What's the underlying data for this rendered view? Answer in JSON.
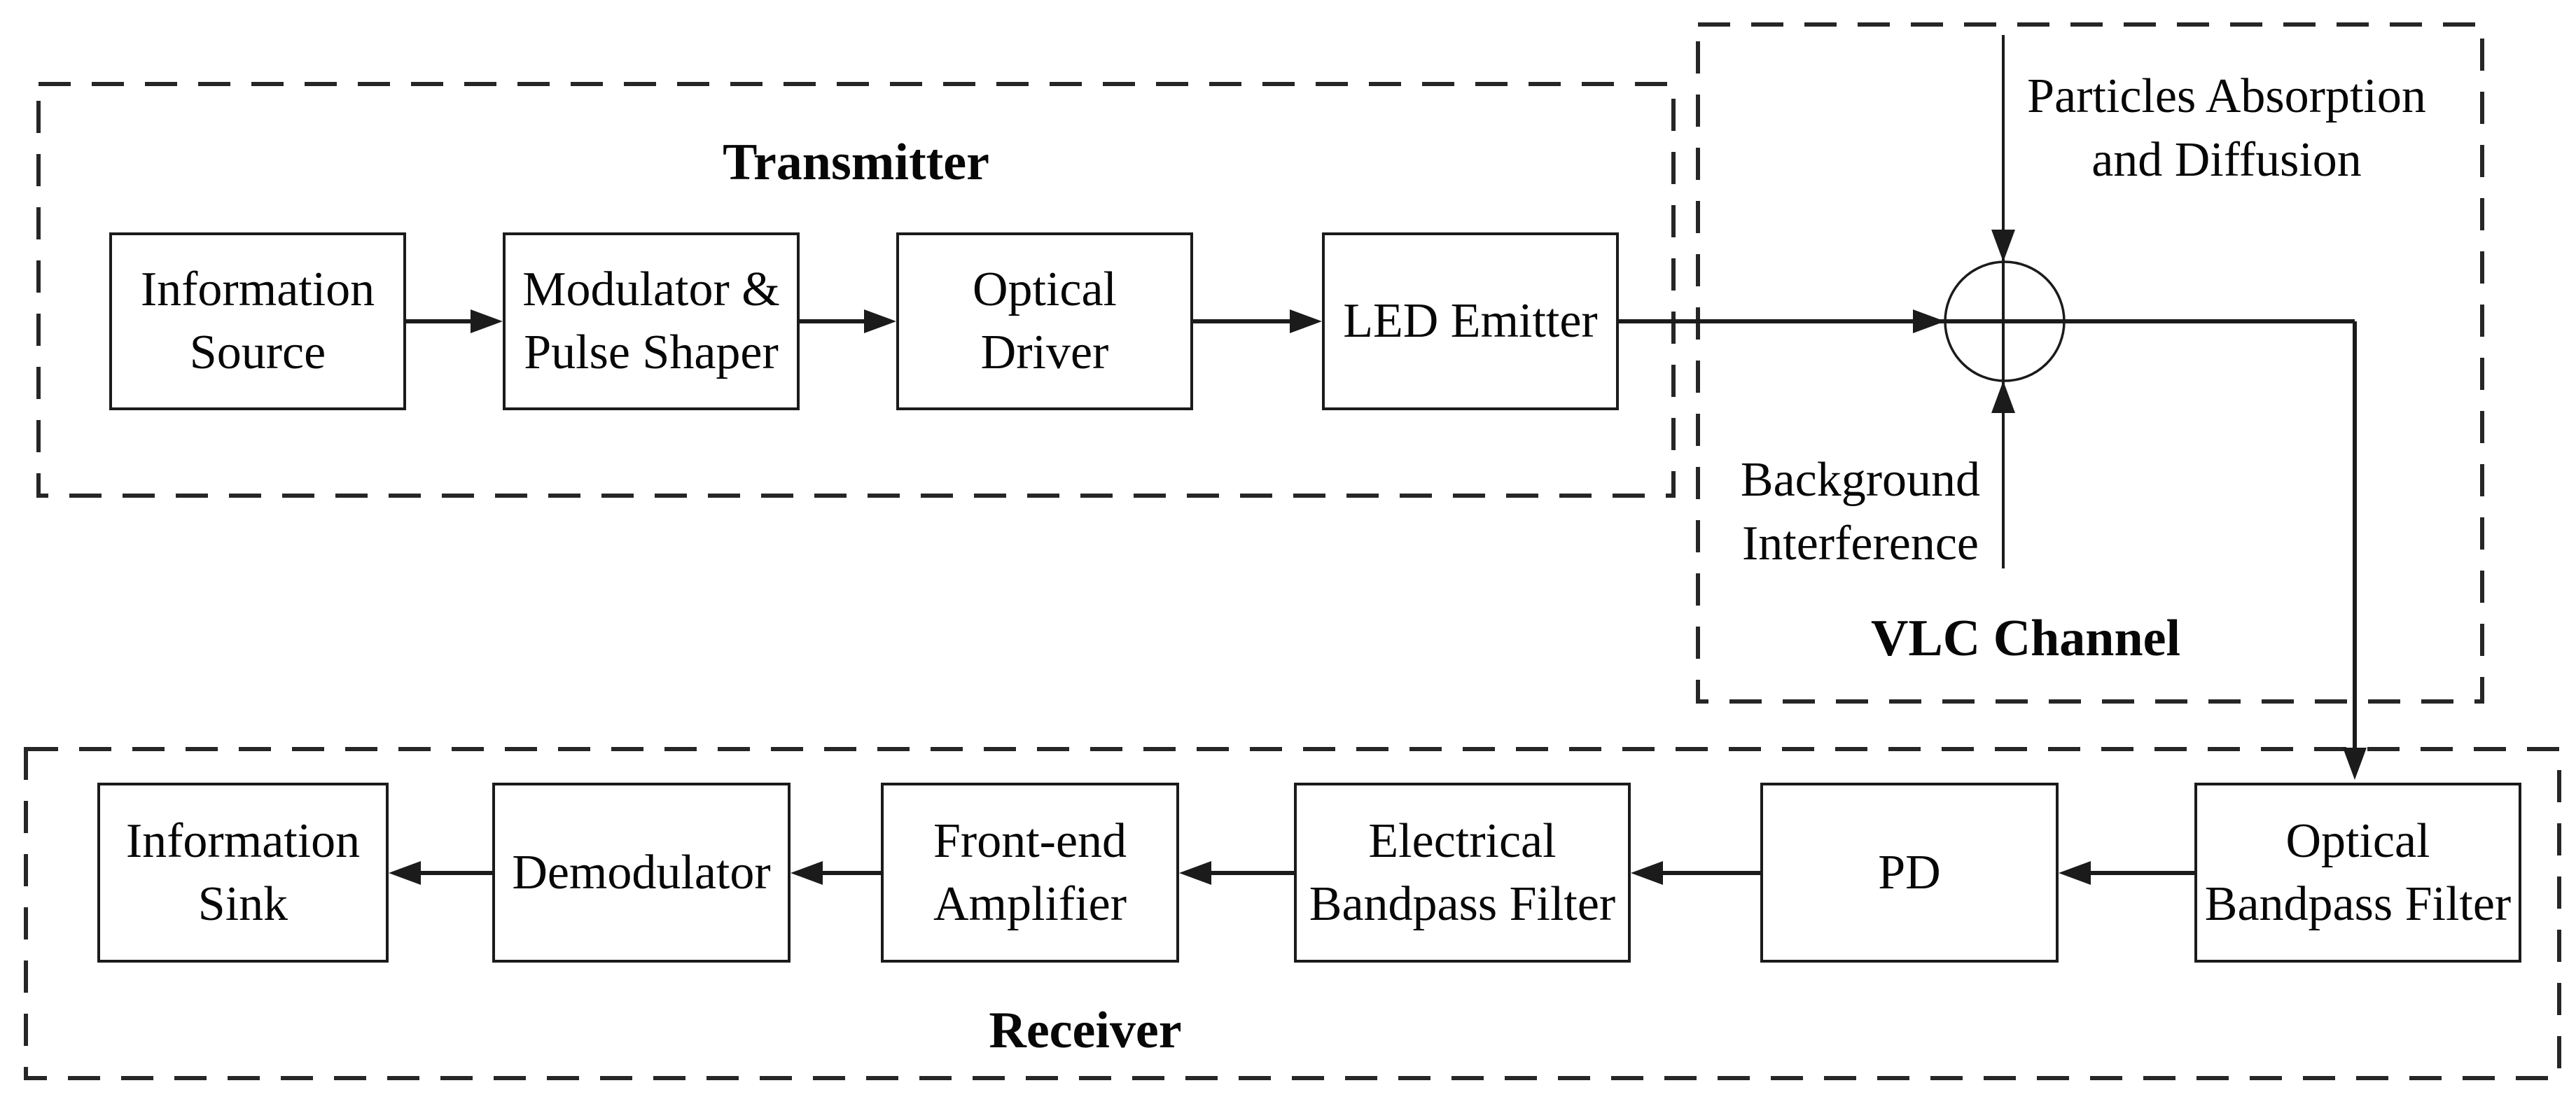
{
  "figure": {
    "background_color": "#ffffff",
    "line_color": "#1b1b1b",
    "text_color": "#070707"
  },
  "transmitter": {
    "label": "Transmitter",
    "blocks": [
      {
        "label": "Information Source"
      },
      {
        "label": "Modulator & Pulse Shaper"
      },
      {
        "label": "Optical Driver"
      },
      {
        "label": "LED Emitter"
      }
    ]
  },
  "vlc_channel": {
    "label": "VLC Channel",
    "top_input_label": "Particles Absorption and Diffusion",
    "bottom_input_label": "Background Interference",
    "summation_node": "circle-sum-node"
  },
  "receiver": {
    "label": "Receiver",
    "blocks": [
      {
        "label": "Information Sink"
      },
      {
        "label": "Demodulator"
      },
      {
        "label": "Front-end Amplifier"
      },
      {
        "label": "Electrical Bandpass Filter"
      },
      {
        "label": "PD"
      },
      {
        "label": "Optical Bandpass Filter"
      }
    ]
  }
}
